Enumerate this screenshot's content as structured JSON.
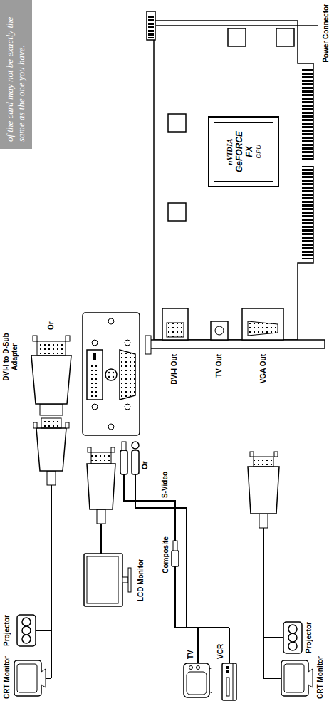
{
  "diagram": {
    "nodes": [
      {
        "text": [
          "of the card may not be exactly the same as the one you have."
        ]
      },
      {
        "text": [
          "nVIDIA",
          "GeFORCE FX",
          "GPU"
        ]
      }
    ],
    "labels": [
      "Power Connector",
      "DVI-I Out",
      "TV Out",
      "VGA Out",
      "DVI-I to D-Sub Adapter",
      "Or",
      "Projector",
      "CRT Monitor",
      "Or",
      "LCD Monitor",
      "Composite",
      "S-Video",
      "TV",
      "VCR",
      "Projector",
      "CRT Monitor"
    ]
  }
}
